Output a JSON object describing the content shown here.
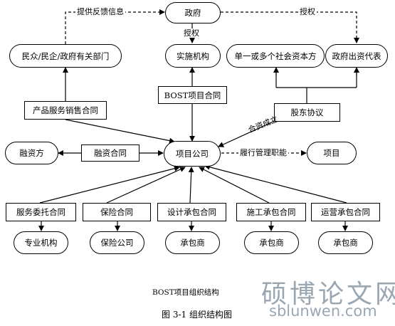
{
  "nodes": {
    "government": "政府",
    "public": "民众/民企/政府有关部门",
    "implementing_agency": "实施机构",
    "social_capital": "单一或多个社会资本方",
    "gov_investor_rep": "政府出资代表",
    "product_sales_contract": "产品服务销售合同",
    "bost_contract": "BOST项目合同",
    "shareholder_agreement": "股东协议",
    "financier": "融资方",
    "financing_contract": "融资合同",
    "project_company": "项目公司",
    "project": "项目",
    "service_contract": "服务委托合同",
    "insurance_contract": "保险合同",
    "design_contract": "设计承包合同",
    "construction_contract": "施工承包合同",
    "operation_contract": "运营承包合同",
    "professional_agency": "专业机构",
    "insurance_company": "保险公司",
    "contractor_1": "承包商",
    "contractor_2": "承包商",
    "contractor_3": "承包商"
  },
  "edge_labels": {
    "feedback": "提供反馈信息",
    "authorize_right": "授权",
    "authorize_mid": "授权",
    "joint_venture": "合资成立",
    "perform_management": "履行管理职能"
  },
  "captions": {
    "diagram_title": "BOST项目组织结构",
    "figure_caption": "图 3-1  组织结构图"
  },
  "watermark": {
    "cn": "硕博论文网",
    "url": "sblunwen.com",
    "color": "#9aa7b3"
  }
}
